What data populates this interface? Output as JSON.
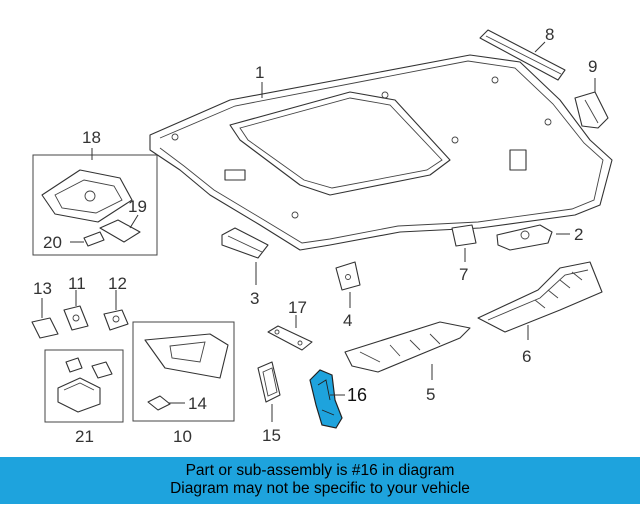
{
  "highlight_color": "#1ea3dd",
  "callouts": {
    "c1": "1",
    "c2": "2",
    "c3": "3",
    "c4": "4",
    "c5": "5",
    "c6": "6",
    "c7": "7",
    "c8": "8",
    "c9": "9",
    "c10": "10",
    "c11": "11",
    "c12": "12",
    "c13": "13",
    "c14": "14",
    "c15": "15",
    "c16": "16",
    "c17": "17",
    "c18": "18",
    "c19": "19",
    "c20": "20",
    "c21": "21"
  },
  "banner": {
    "line1": "Part or sub-assembly is #16 in diagram",
    "line2": "Diagram may not be specific to your vehicle"
  }
}
